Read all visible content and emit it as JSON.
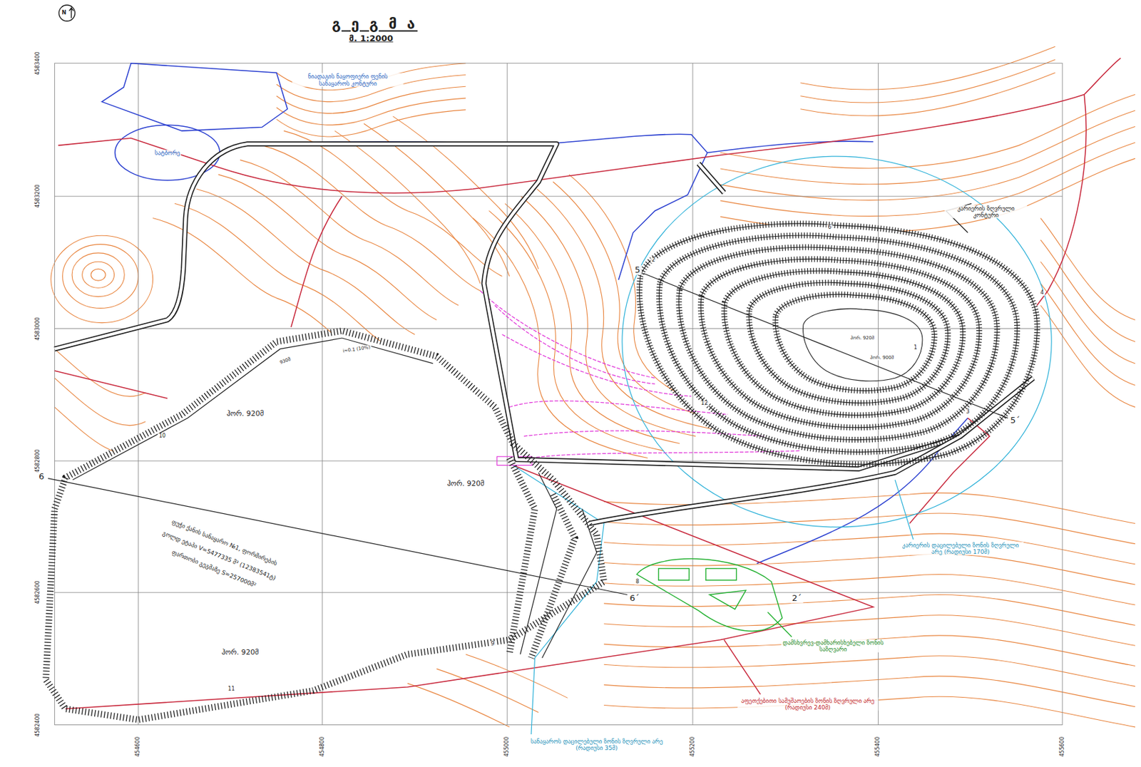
{
  "diagram": {
    "title": "გ ე გ მ ა",
    "labels": [
      "მ. 1:2000",
      "N",
      "4583400",
      "4583200",
      "4583000",
      "4582800",
      "4582600",
      "4582400",
      "454600",
      "454800",
      "455000",
      "455200",
      "455400",
      "455600",
      "ნიადაგის ნაყოფიერი ფენის სანაყაროს კონტური",
      "სატბორე",
      "კარიერის ზღვრული კონტური",
      "ჰორ. 920მ",
      "ჰორ. 920მ",
      "ჰორ. 920მ",
      "ფუჭი ქანის სანაყარო №1, ფორმირების",
      "გოლდ ეტაპი V=5477335 მ³ (12383541ტ)",
      "ფართობი გეგმაზე S=257000მ²",
      "6",
      "6´",
      "5",
      "5´",
      "2´",
      "1",
      "2",
      "3",
      "4",
      "6",
      "8",
      "9",
      "10",
      "11",
      "12",
      "930მ",
      "i=0.1 (10%)",
      "კარიერის დაცილებული ზონის ზღვრული არე (რადიუსი 170მ)",
      "დამსხვრევ-დამხარისხებელი ზონის საზღვარი",
      "აფეთქებითი სამუშაოების ზონის ზღვრული არე (რადიუსი 240მ)",
      "სანაყაროს დაცილებული ზონის ზღვრული არე (რადიუსი 35მ)",
      "ჰორ. 920მ",
      "ჰორ. 900მ"
    ]
  }
}
